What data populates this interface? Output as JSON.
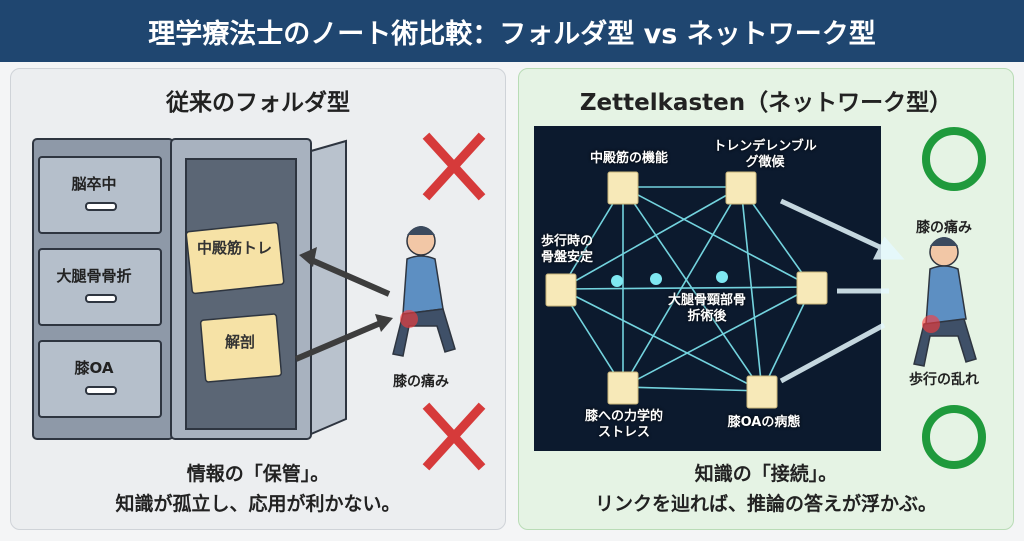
{
  "title": "理学療法士のノート術比較：フォルダ型 vs ネットワーク型",
  "left": {
    "heading": "従来のフォルダ型",
    "drawers": [
      "脳卒中",
      "大腿骨骨折",
      "膝OA"
    ],
    "folders": [
      "中殿筋トレ",
      "解剖"
    ],
    "person_label": "膝の痛み",
    "caption_line1": "情報の「保管」。",
    "caption_line2": "知識が孤立し、応用が利かない。",
    "mark": "cross",
    "mark_color": "#d63a3a"
  },
  "right": {
    "heading": "Zettelkasten（ネットワーク型）",
    "nodes": [
      "中殿筋の機能",
      "トレンデレンブルグ徴候",
      "歩行時の骨盤安定",
      "大腿骨頸部骨折術後",
      "膝への力学的ストレス",
      "膝OAの病態"
    ],
    "person_label_top": "膝の痛み",
    "person_label_bottom": "歩行の乱れ",
    "caption_line1": "知識の「接続」。",
    "caption_line2": "リンクを辿れば、推論の答えが浮かぶ。",
    "mark": "circle",
    "mark_color": "#1f9a3c"
  }
}
